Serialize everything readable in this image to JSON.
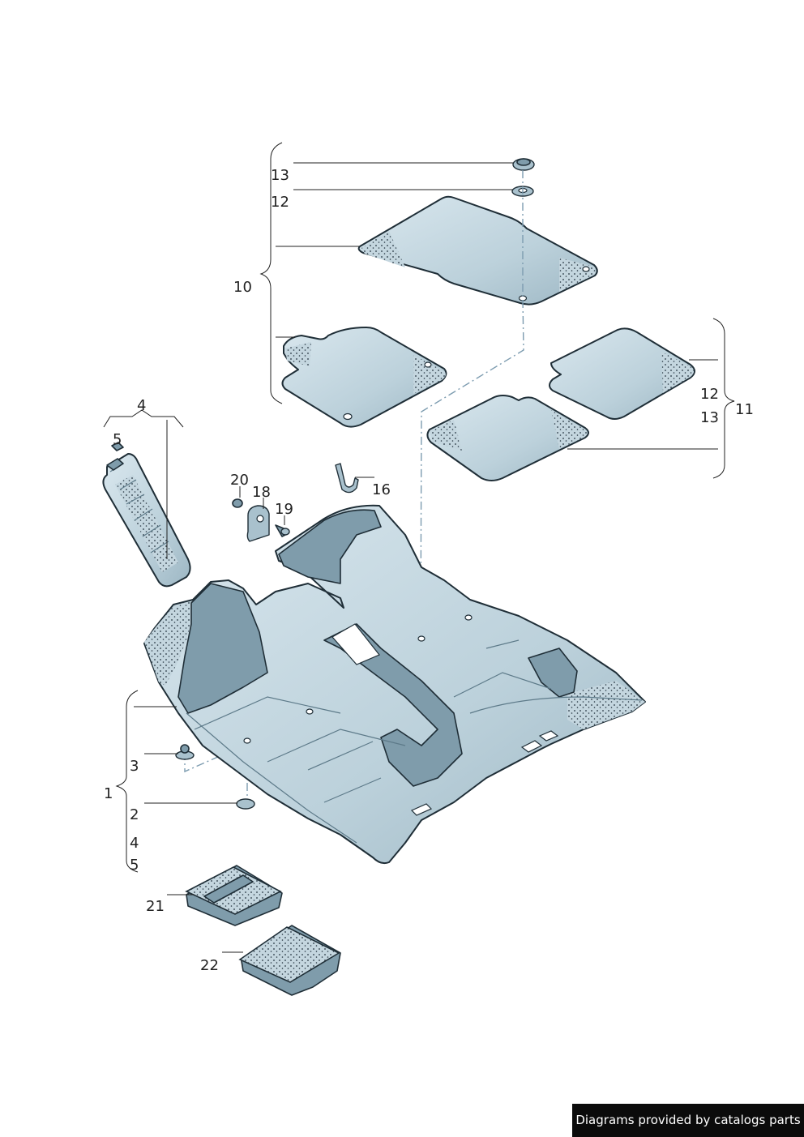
{
  "callouts": {
    "c1": "1",
    "c2": "2",
    "c3": "3",
    "c4a": "4",
    "c5a": "5",
    "c4b": "4",
    "c5b": "5",
    "c10": "10",
    "c11": "11",
    "c12a": "12",
    "c13a": "13",
    "c12b": "12",
    "c13b": "13",
    "c16": "16",
    "c18": "18",
    "c19": "19",
    "c20": "20",
    "c21": "21",
    "c22": "22"
  },
  "footer": {
    "text": "Diagrams provided by catalogs parts"
  },
  "colors": {
    "part_light": "#cfe0e8",
    "part_shadow": "#8aa7b6",
    "outline": "#1f2e37",
    "footer_bg": "#0b0b0b"
  }
}
